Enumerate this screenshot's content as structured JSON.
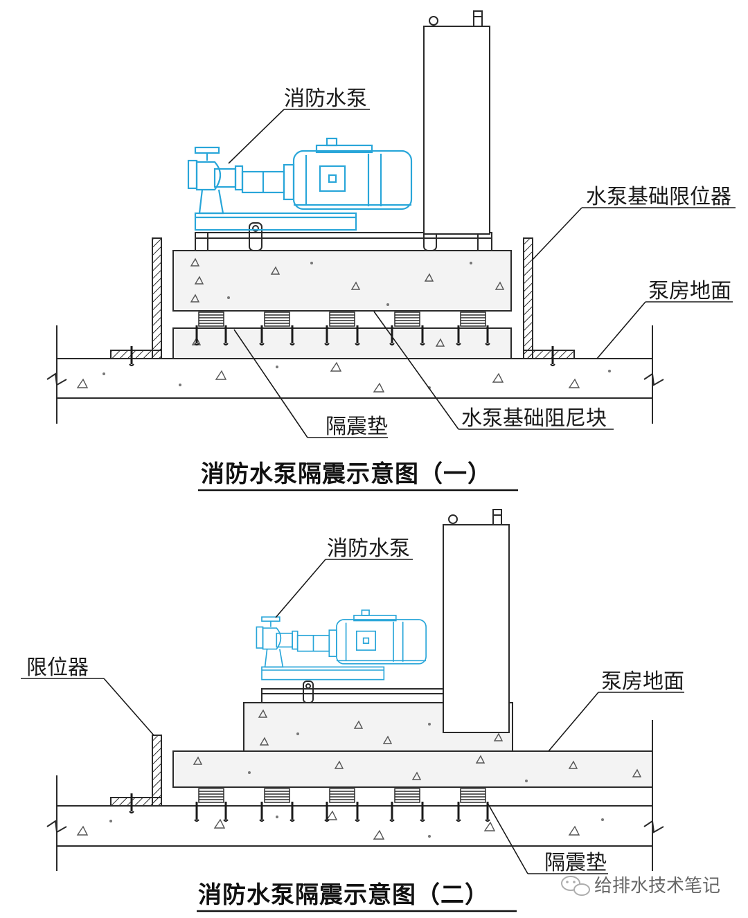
{
  "figure1": {
    "title": "消防水泵隔震示意图（一）",
    "labels": {
      "pump": "消防水泵",
      "limiter": "水泵基础限位器",
      "floor": "泵房地面",
      "pad": "隔震垫",
      "damper": "水泵基础阻尼块"
    }
  },
  "figure2": {
    "title": "消防水泵隔震示意图（二）",
    "labels": {
      "pump": "消防水泵",
      "limiter": "限位器",
      "floor": "泵房地面",
      "pad": "隔震垫"
    }
  },
  "watermark": {
    "text": "给排水技术笔记",
    "icon": "wechat-icon"
  },
  "colors": {
    "equipment": "#29a6d9",
    "lines": "#2a2a2a"
  }
}
